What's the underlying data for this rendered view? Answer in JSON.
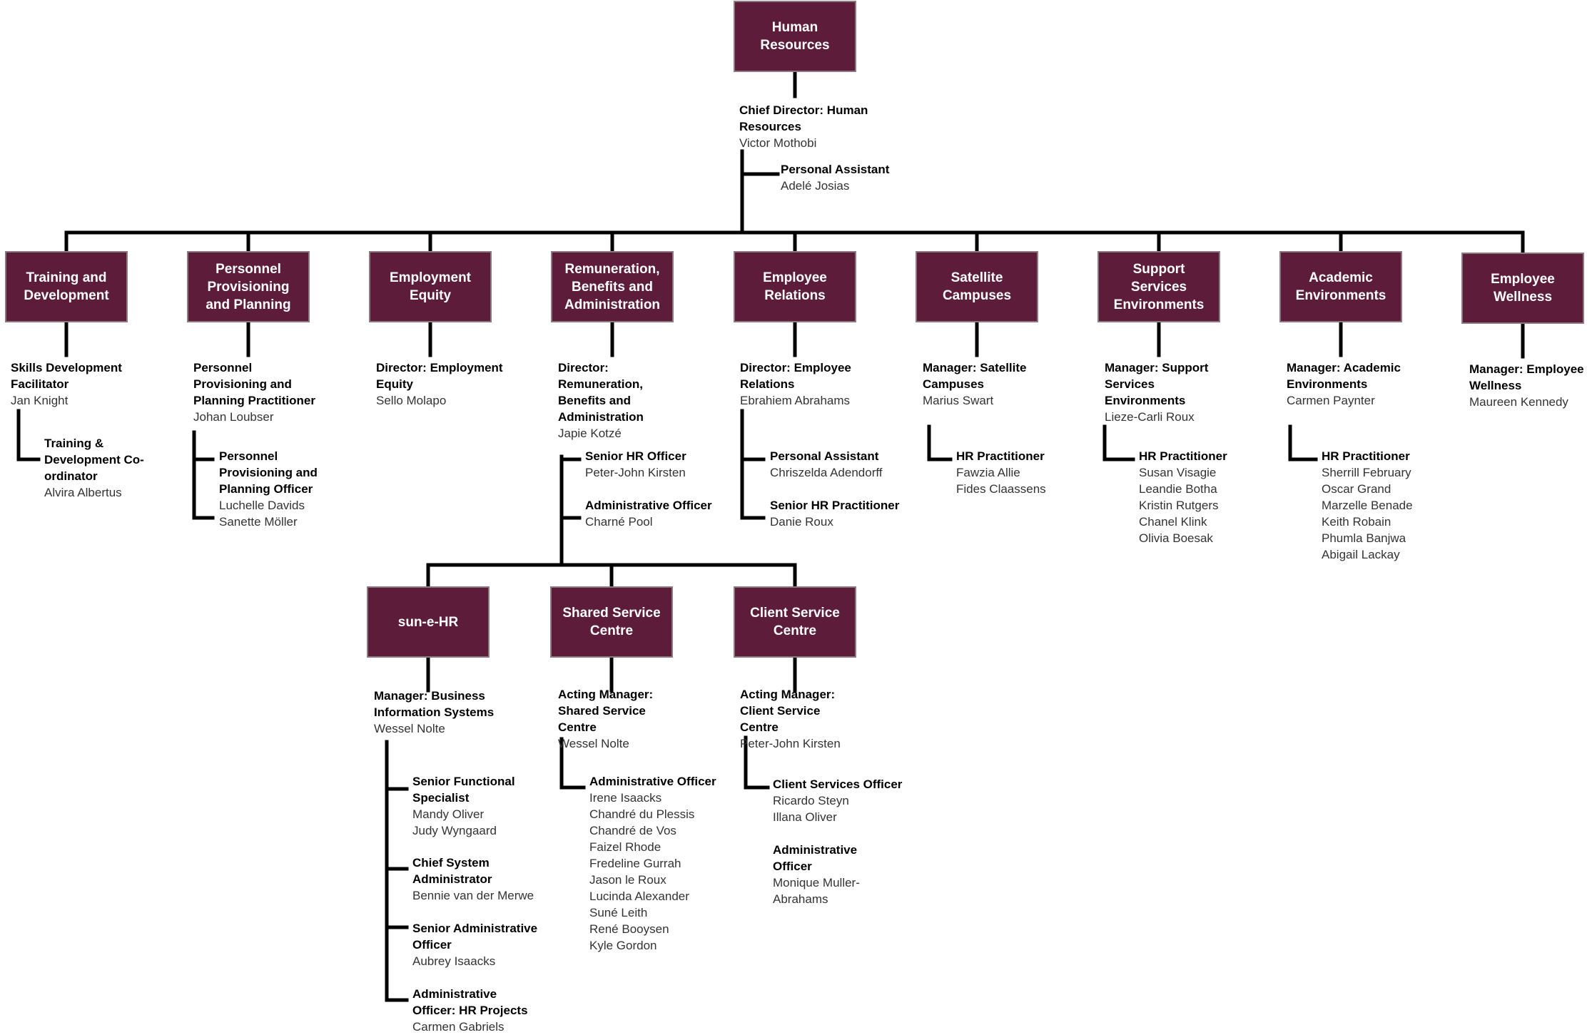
{
  "units": [
    {
      "key": "hr",
      "title": "Human Resources"
    },
    {
      "key": "td",
      "title": "Training and Development"
    },
    {
      "key": "pp",
      "title": "Personnel Provisioning and Planning"
    },
    {
      "key": "ee",
      "title": "Employment Equity"
    },
    {
      "key": "rb",
      "title": "Remuneration, Benefits and Administration"
    },
    {
      "key": "er",
      "title": "Employee Relations"
    },
    {
      "key": "sc",
      "title": "Satellite Campuses"
    },
    {
      "key": "ss",
      "title": "Support Services Environments"
    },
    {
      "key": "ae",
      "title": "Academic Environments"
    },
    {
      "key": "ew",
      "title": "Employee Wellness"
    },
    {
      "key": "suhr",
      "title": "sun-e-HR"
    },
    {
      "key": "ssc",
      "title": "Shared Service Centre"
    },
    {
      "key": "csc",
      "title": "Client Service Centre"
    }
  ],
  "positions": [
    {
      "key": "hr_head",
      "title": "Chief Director: Human Resources",
      "names": [
        "Victor Mothobi"
      ]
    },
    {
      "key": "hr_pa",
      "title": "Personal Assistant",
      "names": [
        "Adelé Josias"
      ]
    },
    {
      "key": "td_head",
      "title": "Skills Development Facilitator",
      "names": [
        "Jan Knight"
      ]
    },
    {
      "key": "td_sub",
      "title": "Training & Development Co-ordinator",
      "names": [
        "Alvira Albertus"
      ]
    },
    {
      "key": "pp_head",
      "title": "Personnel Provisioning and Planning Practitioner",
      "names": [
        "Johan Loubser"
      ]
    },
    {
      "key": "pp_sub",
      "title": "Personnel Provisioning and Planning Officer",
      "names": [
        "Luchelle Davids",
        "Sanette Möller"
      ]
    },
    {
      "key": "ee_head",
      "title": "Director: Employment Equity",
      "names": [
        "Sello Molapo"
      ]
    },
    {
      "key": "rb_head",
      "title": "Director: Remuneration, Benefits and Administration",
      "names": [
        "Japie Kotzé"
      ]
    },
    {
      "key": "rb_sub1",
      "title": "Senior HR Officer",
      "names": [
        "Peter-John Kirsten"
      ]
    },
    {
      "key": "rb_sub2",
      "title": "Administrative Officer",
      "names": [
        "Charné Pool"
      ]
    },
    {
      "key": "er_head",
      "title": "Director: Employee Relations",
      "names": [
        "Ebrahiem Abrahams"
      ]
    },
    {
      "key": "er_sub1",
      "title": "Personal Assistant",
      "names": [
        "Chriszelda Adendorff"
      ]
    },
    {
      "key": "er_sub2",
      "title": "Senior HR Practitioner",
      "names": [
        "Danie Roux"
      ]
    },
    {
      "key": "sc_head",
      "title": "Manager: Satellite Campuses",
      "names": [
        "Marius Swart"
      ]
    },
    {
      "key": "sc_sub",
      "title": "HR Practitioner",
      "names": [
        "Fawzia Allie",
        "Fides Claassens"
      ]
    },
    {
      "key": "ss_head",
      "title": "Manager: Support Services Environments",
      "names": [
        "Lieze-Carli Roux"
      ]
    },
    {
      "key": "ss_sub",
      "title": "HR Practitioner",
      "names": [
        "Susan Visagie",
        "Leandie Botha",
        "Kristin Rutgers",
        "Chanel Klink",
        "Olivia Boesak"
      ]
    },
    {
      "key": "ae_head",
      "title": "Manager: Academic Environments",
      "names": [
        "Carmen Paynter"
      ]
    },
    {
      "key": "ae_sub",
      "title": "HR Practitioner",
      "names": [
        "Sherrill February",
        "Oscar Grand",
        "Marzelle Benade",
        "Keith Robain",
        "Phumla Banjwa",
        "Abigail Lackay"
      ]
    },
    {
      "key": "ew_head",
      "title": "Manager: Employee Wellness",
      "names": [
        "Maureen Kennedy"
      ]
    },
    {
      "key": "suhr_head",
      "title": "Manager: Business Information Systems",
      "names": [
        "Wessel Nolte"
      ]
    },
    {
      "key": "suhr_sub1",
      "title": "Senior Functional Specialist",
      "names": [
        "Mandy Oliver",
        "Judy Wyngaard"
      ]
    },
    {
      "key": "suhr_sub2",
      "title": "Chief System Administrator",
      "names": [
        "Bennie van der Merwe"
      ]
    },
    {
      "key": "suhr_sub3",
      "title": "Senior Administrative Officer",
      "names": [
        "Aubrey Isaacks"
      ]
    },
    {
      "key": "suhr_sub4",
      "title": "Administrative Officer: HR Projects",
      "names": [
        "Carmen Gabriels"
      ]
    },
    {
      "key": "ssc_head",
      "title": "Acting Manager: Shared Service Centre",
      "names": [
        "Wessel Nolte"
      ]
    },
    {
      "key": "ssc_sub",
      "title": "Administrative Officer",
      "names": [
        "Irene Isaacks",
        "Chandré du Plessis",
        "Chandré de Vos",
        "Faizel Rhode",
        "Fredeline Gurrah",
        "Jason le Roux",
        "Lucinda Alexander",
        "Suné Leith",
        "René Booysen",
        "Kyle Gordon"
      ]
    },
    {
      "key": "csc_head",
      "title": "Acting Manager: Client Service Centre",
      "names": [
        "Peter-John Kirsten"
      ]
    },
    {
      "key": "csc_sub1",
      "title": "Client Services Officer",
      "names": [
        "Ricardo Steyn",
        "Illana Oliver"
      ]
    },
    {
      "key": "csc_sub2",
      "title": "Administrative Officer",
      "names": [
        "Monique Muller-Abrahams"
      ]
    }
  ],
  "colors": {
    "box_fill": "#5e1c3b",
    "box_border": "#8b7a80",
    "connector": "#000000",
    "box_text": "#ffffff"
  }
}
